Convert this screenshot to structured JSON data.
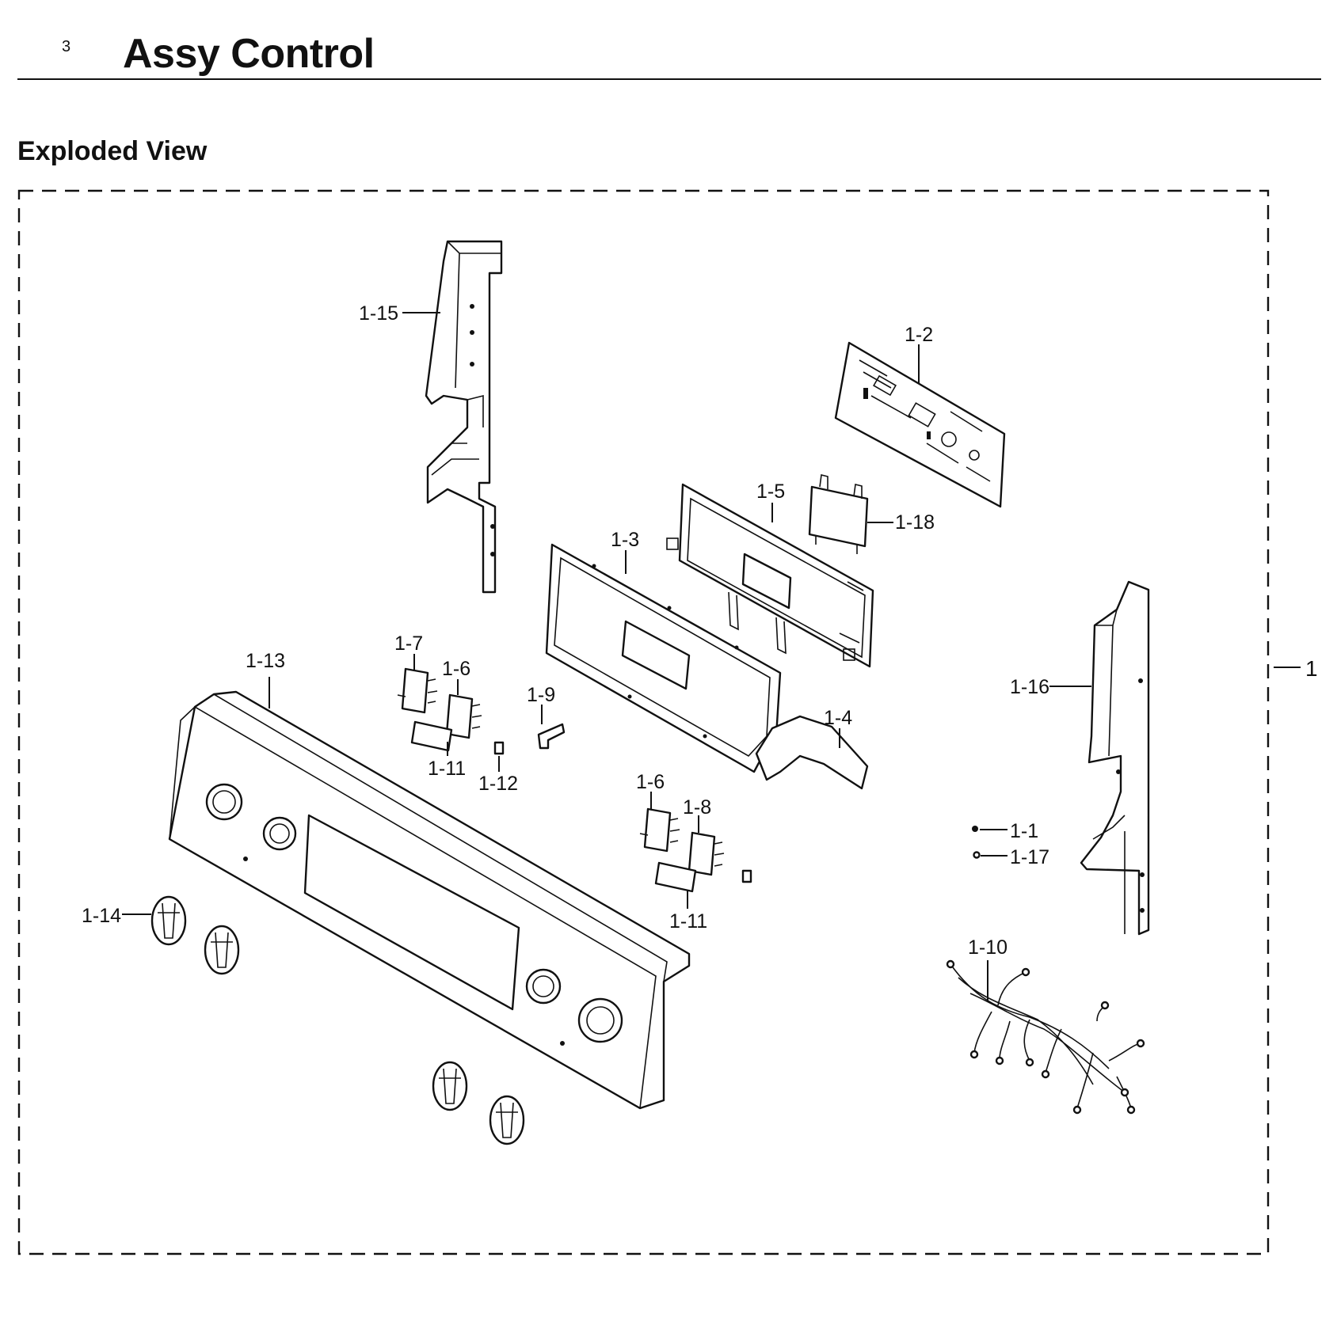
{
  "header": {
    "page_number": "3",
    "title": "Assy Control"
  },
  "subtitle": "Exploded View",
  "callouts": {
    "assembly": "1",
    "p1_1": "1-1",
    "p1_2": "1-2",
    "p1_3": "1-3",
    "p1_4": "1-4",
    "p1_5": "1-5",
    "p1_6a": "1-6",
    "p1_6b": "1-6",
    "p1_7": "1-7",
    "p1_8": "1-8",
    "p1_9": "1-9",
    "p1_10": "1-10",
    "p1_11a": "1-11",
    "p1_11b": "1-11",
    "p1_12": "1-12",
    "p1_13": "1-13",
    "p1_14": "1-14",
    "p1_15": "1-15",
    "p1_16": "1-16",
    "p1_17": "1-17",
    "p1_18": "1-18"
  }
}
